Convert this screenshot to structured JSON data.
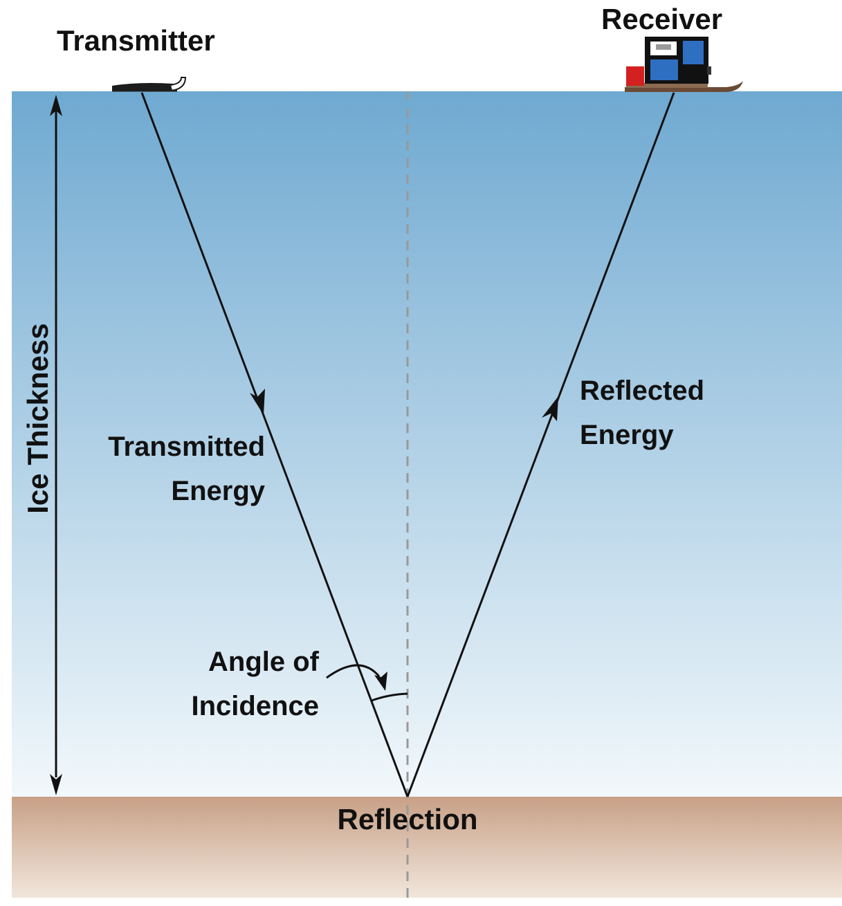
{
  "labels": {
    "transmitter": "Transmitter",
    "receiver": "Receiver",
    "ice_thickness": "Ice Thickness",
    "transmitted_energy_line1": "Transmitted",
    "transmitted_energy_line2": "Energy",
    "reflected_energy_line1": "Reflected",
    "reflected_energy_line2": "Energy",
    "angle_line1": "Angle of",
    "angle_line2": "Incidence",
    "reflection": "Reflection"
  },
  "colors": {
    "ice_top": "#6fa9d1",
    "ice_bottom": "#f2f8fb",
    "bedrock_top": "#c8a086",
    "bedrock_bottom": "#f1e6dc",
    "ray": "#111111",
    "normal_line": "#999999",
    "receiver_body": "#111111",
    "receiver_window": "#2f6fc2",
    "receiver_red": "#d42020",
    "sled": "#6b4a35"
  },
  "icons": {
    "transmitter": "antenna-sled-icon",
    "receiver": "radar-hut-sled-icon"
  }
}
